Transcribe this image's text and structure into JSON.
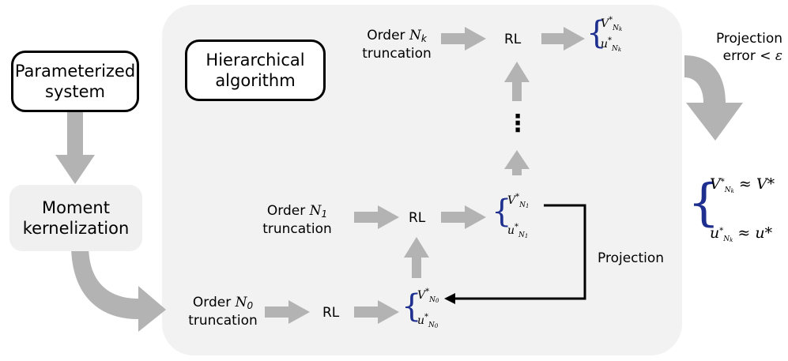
{
  "colors": {
    "panel": "#f2f2f2",
    "box_fill": "#f0f0f0",
    "arrow": "#b3b3b3",
    "brace": "#1f2f8f"
  },
  "nodes": {
    "parameterized": "Parameterized\nsystem",
    "hierarchical": "Hierarchical\nalgorithm",
    "moment": "Moment\nkernelization"
  },
  "truncations": {
    "order_word": "Order",
    "n_symbol": "N",
    "k_sub": "k",
    "one_sub": "1",
    "zero_sub": "0",
    "truncation": "truncation"
  },
  "rl_label": "RL",
  "vars": {
    "V": "V",
    "u": "u",
    "star": "*",
    "N": "N",
    "k": "k",
    "one": "1",
    "zero": "0"
  },
  "projection_label": "Projection",
  "error_label_1": "Projection",
  "error_label_2": "error <",
  "epsilon": "ε",
  "dots": "⋮",
  "final": {
    "approx": "≈",
    "V_star": "V*",
    "u_star": "u*"
  }
}
